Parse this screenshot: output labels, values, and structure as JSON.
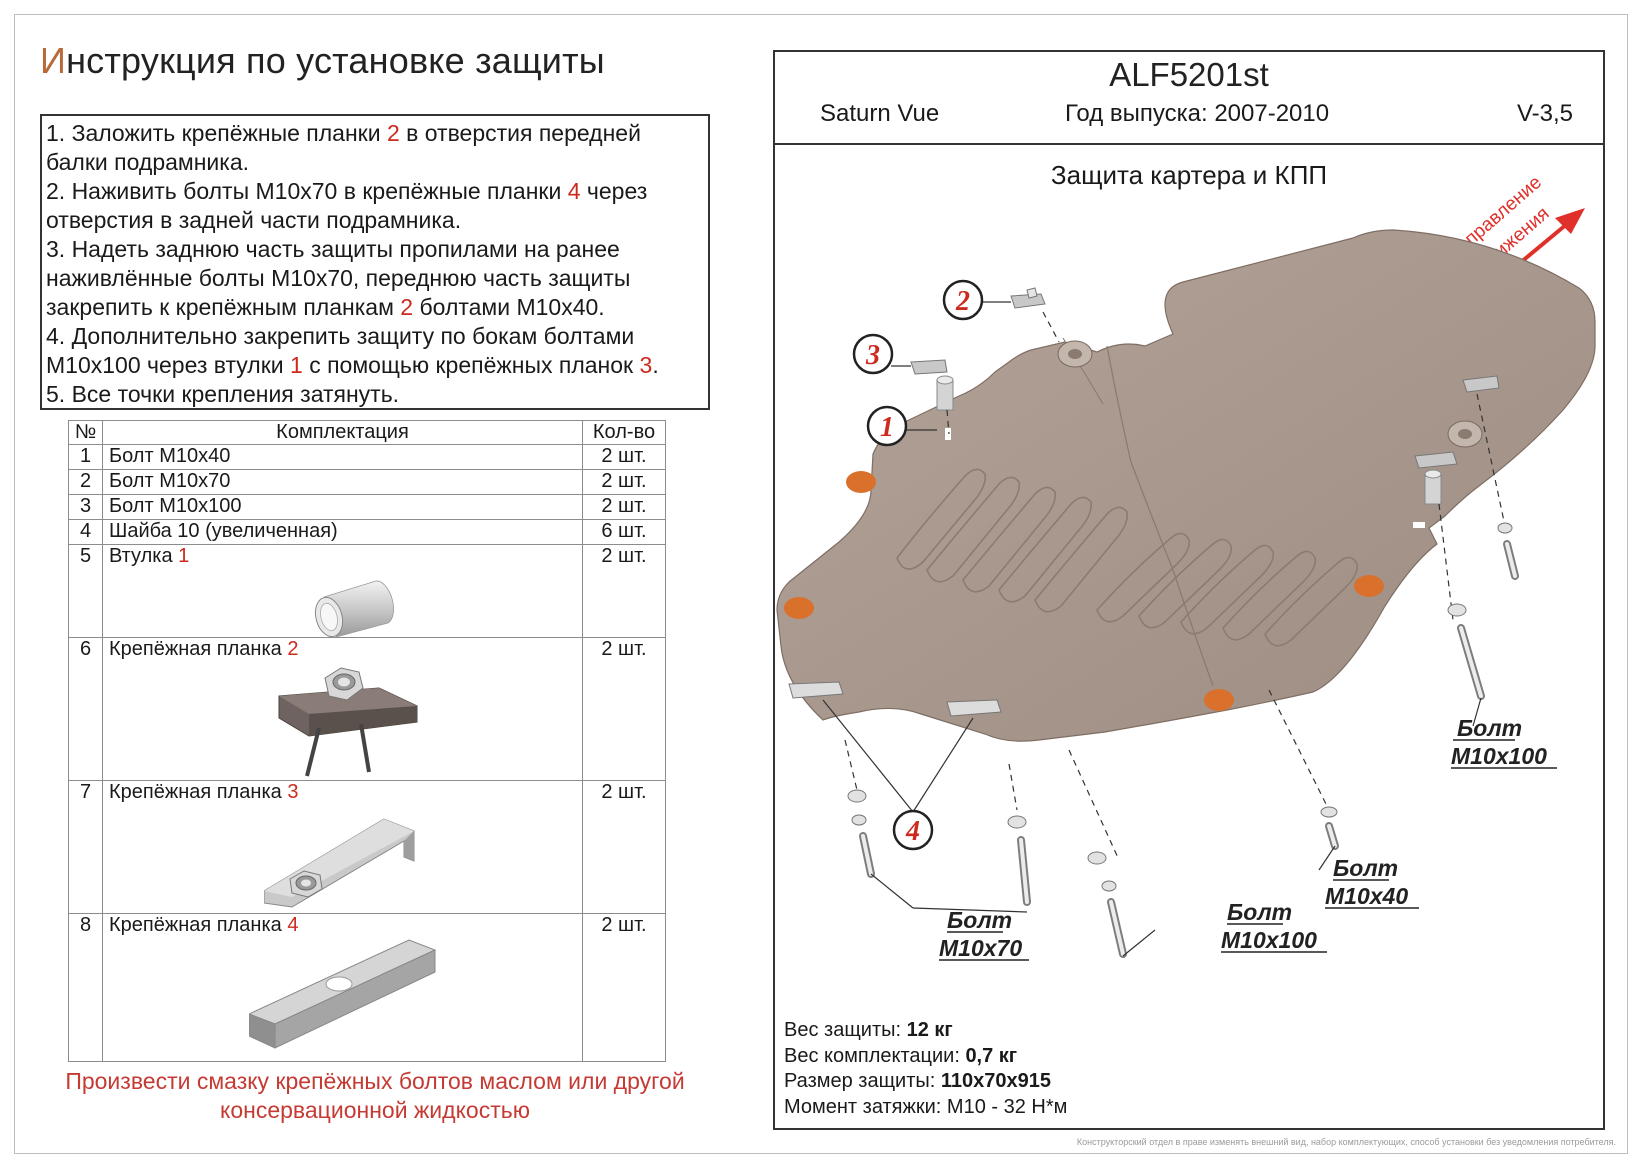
{
  "title": {
    "first_letter": "И",
    "rest": "нструкция по установке защиты"
  },
  "instructions": {
    "l1": [
      "1. Заложить крепёжные планки ",
      "2",
      " в отверстия передней"
    ],
    "l2": "балки подрамника.",
    "l3": [
      "2. Наживить болты М10х70 в крепёжные планки ",
      "4",
      " через"
    ],
    "l4": "отверстия в задней части подрамника.",
    "l5": "3. Надеть заднюю часть защиты пропилами на ранее",
    "l6": "наживлённые болты М10х70, переднюю часть защиты",
    "l7": [
      "закрепить к крепёжным планкам ",
      "2",
      " болтами М10х40."
    ],
    "l8": "4. Дополнительно закрепить защиту по бокам болтами",
    "l9": [
      "М10х100 через втулки ",
      "1",
      " с помощью крепёжных планок ",
      "3",
      "."
    ],
    "l10": "5. Все точки крепления затянуть."
  },
  "parts_table": {
    "headers": {
      "num": "№",
      "name": "Комплектация",
      "qty": "Кол-во"
    },
    "rows": [
      {
        "num": "1",
        "name": "Болт М10х40",
        "qty": "2 шт."
      },
      {
        "num": "2",
        "name": "Болт М10х70",
        "qty": "2 шт."
      },
      {
        "num": "3",
        "name": "Болт М10х100",
        "qty": "2 шт."
      },
      {
        "num": "4",
        "name": "Шайба 10 (увеличенная)",
        "qty": "6 шт."
      },
      {
        "num": "5",
        "name": "Втулка ",
        "ref": "1",
        "qty": "2 шт."
      },
      {
        "num": "6",
        "name": "Крепёжная планка ",
        "ref": "2",
        "qty": "2 шт."
      },
      {
        "num": "7",
        "name": "Крепёжная планка ",
        "ref": "3",
        "qty": "2 шт."
      },
      {
        "num": "8",
        "name": "Крепёжная планка ",
        "ref": "4",
        "qty": "2 шт."
      }
    ]
  },
  "note": "Произвести смазку крепёжных болтов маслом или другой консервационной жидкостью",
  "product": {
    "code": "ALF5201st",
    "car": "Saturn Vue",
    "year": "Год выпуска: 2007-2010",
    "version": "V-3,5",
    "title": "Защита картера и КПП"
  },
  "diagram": {
    "direction": [
      "Направление",
      "движения"
    ],
    "callouts": [
      "1",
      "2",
      "3",
      "4"
    ],
    "bolt_word": "Болт",
    "bolt_m10x100_right": "М10х100",
    "bolt_m10x40": "М10х40",
    "bolt_m10x100_center": "М10х100",
    "bolt_m10x70": "М10х70"
  },
  "specs": {
    "weight_label": "Вес защиты: ",
    "weight": "12 кг",
    "kit_label": "Вес комплектации: ",
    "kit": "0,7 кг",
    "size_label": "Размер защиты: ",
    "size": "110х70х915",
    "torque_label": "Момент затяжки:  ",
    "torque": "М10 - 32 Н*м"
  },
  "footnote": "Конструкторский отдел в праве изменять внешний вид, набор комплектующих, способ установки без уведомления потребителя.",
  "colors": {
    "plate": "#a8978c",
    "pads": "#d9702c",
    "accent_red": "#cc2a1e",
    "arrow": "#e0302a"
  }
}
